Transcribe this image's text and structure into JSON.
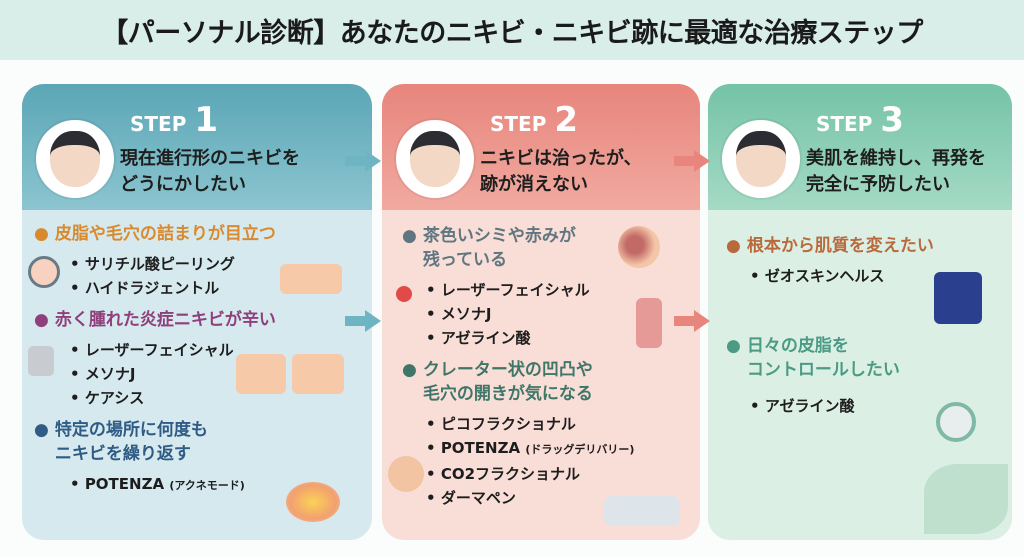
{
  "title": "【パーソナル診断】あなたのニキビ・ニキビ跡に最適な治療ステップ",
  "colors": {
    "step1": "#5ba6b6",
    "step2": "#e7857c",
    "step3": "#74c3a7"
  },
  "steps": [
    {
      "label": "STEP",
      "num": "1",
      "subtitle": [
        "現在進行形のニキビを",
        "どうにかしたい"
      ],
      "cats": [
        {
          "text": [
            "皮脂や毛穴の詰まりが目立つ"
          ],
          "color": "#d98a2e",
          "items": [
            "サリチル酸ピーリング",
            "ハイドラジェントル"
          ]
        },
        {
          "text": [
            "赤く腫れた炎症ニキビが辛い"
          ],
          "color": "#8e3f7c",
          "items": [
            "レーザーフェイシャル",
            "メソナJ",
            "ケアシス"
          ]
        },
        {
          "text": [
            "特定の場所に何度も",
            "ニキビを繰り返す"
          ],
          "color": "#2f5b85",
          "items": [
            "POTENZA"
          ],
          "notes": [
            "(アクネモード)"
          ]
        }
      ]
    },
    {
      "label": "STEP",
      "num": "2",
      "subtitle": [
        "ニキビは治ったが、",
        "跡が消えない"
      ],
      "cats": [
        {
          "text": [
            "茶色いシミや赤みが",
            "残っている"
          ],
          "color": "#5f7580",
          "items": [
            "レーザーフェイシャル",
            "メソナJ",
            "アゼライン酸"
          ]
        },
        {
          "text": [
            "クレーター状の凹凸や",
            "毛穴の開きが気になる"
          ],
          "color": "#3e7668",
          "items": [
            "ピコフラクショナル",
            "POTENZA",
            "CO2フラクショナル",
            "ダーマペン"
          ],
          "notes": [
            "(ドラッグデリバリー)"
          ]
        }
      ]
    },
    {
      "label": "STEP",
      "num": "3",
      "subtitle": [
        "美肌を維持し、再発を",
        "完全に予防したい"
      ],
      "cats": [
        {
          "text": [
            "根本から肌質を変えたい"
          ],
          "color": "#b86a3c",
          "items": [
            "ゼオスキンヘルス"
          ]
        },
        {
          "text": [
            "日々の皮脂を",
            "コントロールしたい"
          ],
          "color": "#4b9a84",
          "items": [
            "アゼライン酸"
          ]
        }
      ]
    }
  ]
}
